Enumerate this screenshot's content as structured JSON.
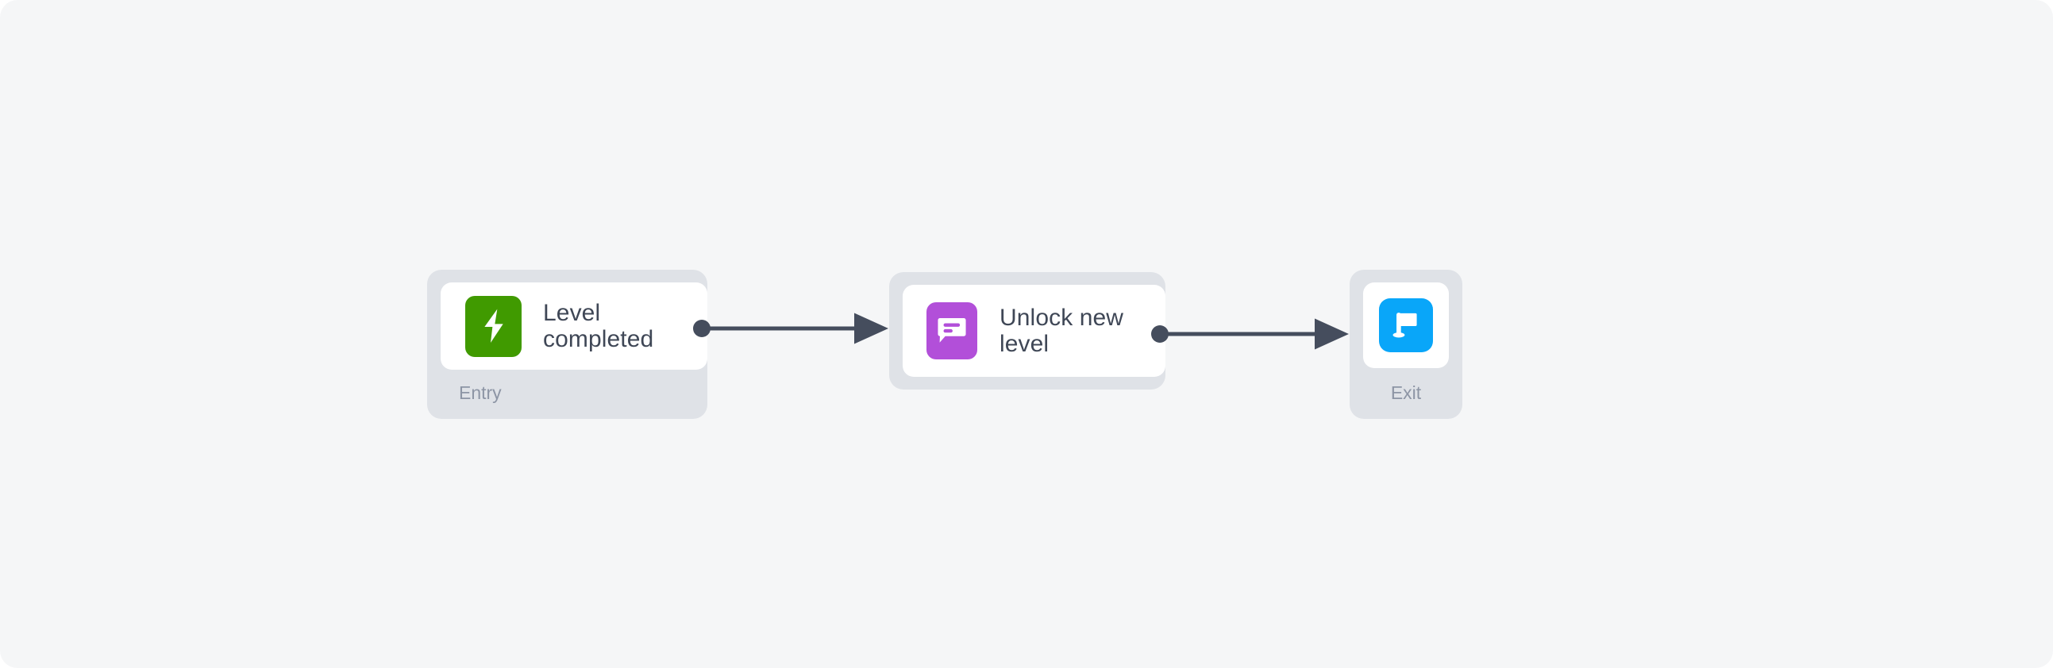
{
  "canvas": {
    "background": "#f5f6f7",
    "page_background": "#ffffff"
  },
  "colors": {
    "shell": "#dfe2e7",
    "card": "#ffffff",
    "title_text": "#3f4756",
    "caption_text": "#8d95a5",
    "edge": "#454d5d",
    "port_dot": "#454d5d",
    "trigger_green": "#409a00",
    "action_purple": "#b24fd9",
    "exit_blue": "#09a6f9"
  },
  "flow": {
    "nodes": [
      {
        "id": "entry",
        "caption": "Entry",
        "title": "Level\ncompleted",
        "icon": "lightning-bolt-icon",
        "icon_color": "#409a00",
        "has_output_port": true,
        "has_caption": true
      },
      {
        "id": "action",
        "caption": "",
        "title": "Unlock new\nlevel",
        "icon": "message-bubble-icon",
        "icon_color": "#b24fd9",
        "has_output_port": true,
        "has_caption": false
      },
      {
        "id": "exit",
        "caption": "Exit",
        "title": "",
        "icon": "flag-icon",
        "icon_color": "#09a6f9",
        "has_output_port": false,
        "has_caption": true
      }
    ],
    "edges": [
      {
        "id": "edge-entry-action",
        "from": "entry",
        "to": "action",
        "arrow": true
      },
      {
        "id": "edge-action-exit",
        "from": "action",
        "to": "exit",
        "arrow": true
      }
    ]
  }
}
